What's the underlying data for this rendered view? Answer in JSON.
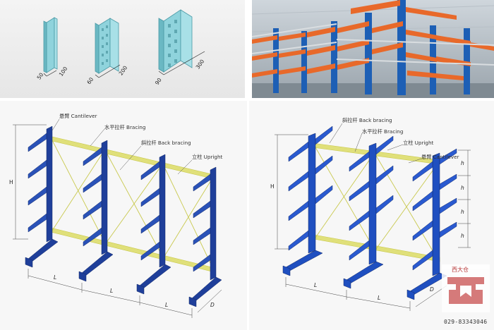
{
  "profiles": [
    {
      "width": "50",
      "depth": "100"
    },
    {
      "width": "60",
      "depth": "200"
    },
    {
      "width": "90",
      "depth": "300"
    }
  ],
  "left_diagram": {
    "labels": {
      "cantilever": "悬臂 Cantilever",
      "bracing": "水平拉杆 Bracing",
      "back_bracing": "斜拉杆 Back bracing",
      "upright": "立柱 Upright"
    },
    "height_label": "H",
    "length_label": "L",
    "depth_label": "D"
  },
  "right_diagram": {
    "labels": {
      "back_bracing": "斜拉杆 Back bracing",
      "bracing": "水平拉杆 Bracing",
      "upright": "立柱 Upright",
      "cantilever": "悬臂 Cantilever"
    },
    "height_label": "H",
    "length_label": "L",
    "depth_label": "D",
    "pitch_label": "h"
  },
  "watermark": {
    "logo_text": "西大仓",
    "phone": "029-83343046"
  },
  "colors": {
    "upright_blue": "#1f3f9a",
    "bracing_yellow": "#d8d86a",
    "profile_cyan": "#8fd3dc",
    "photo_orange": "#e8692a",
    "photo_blue": "#1d5fb5"
  }
}
